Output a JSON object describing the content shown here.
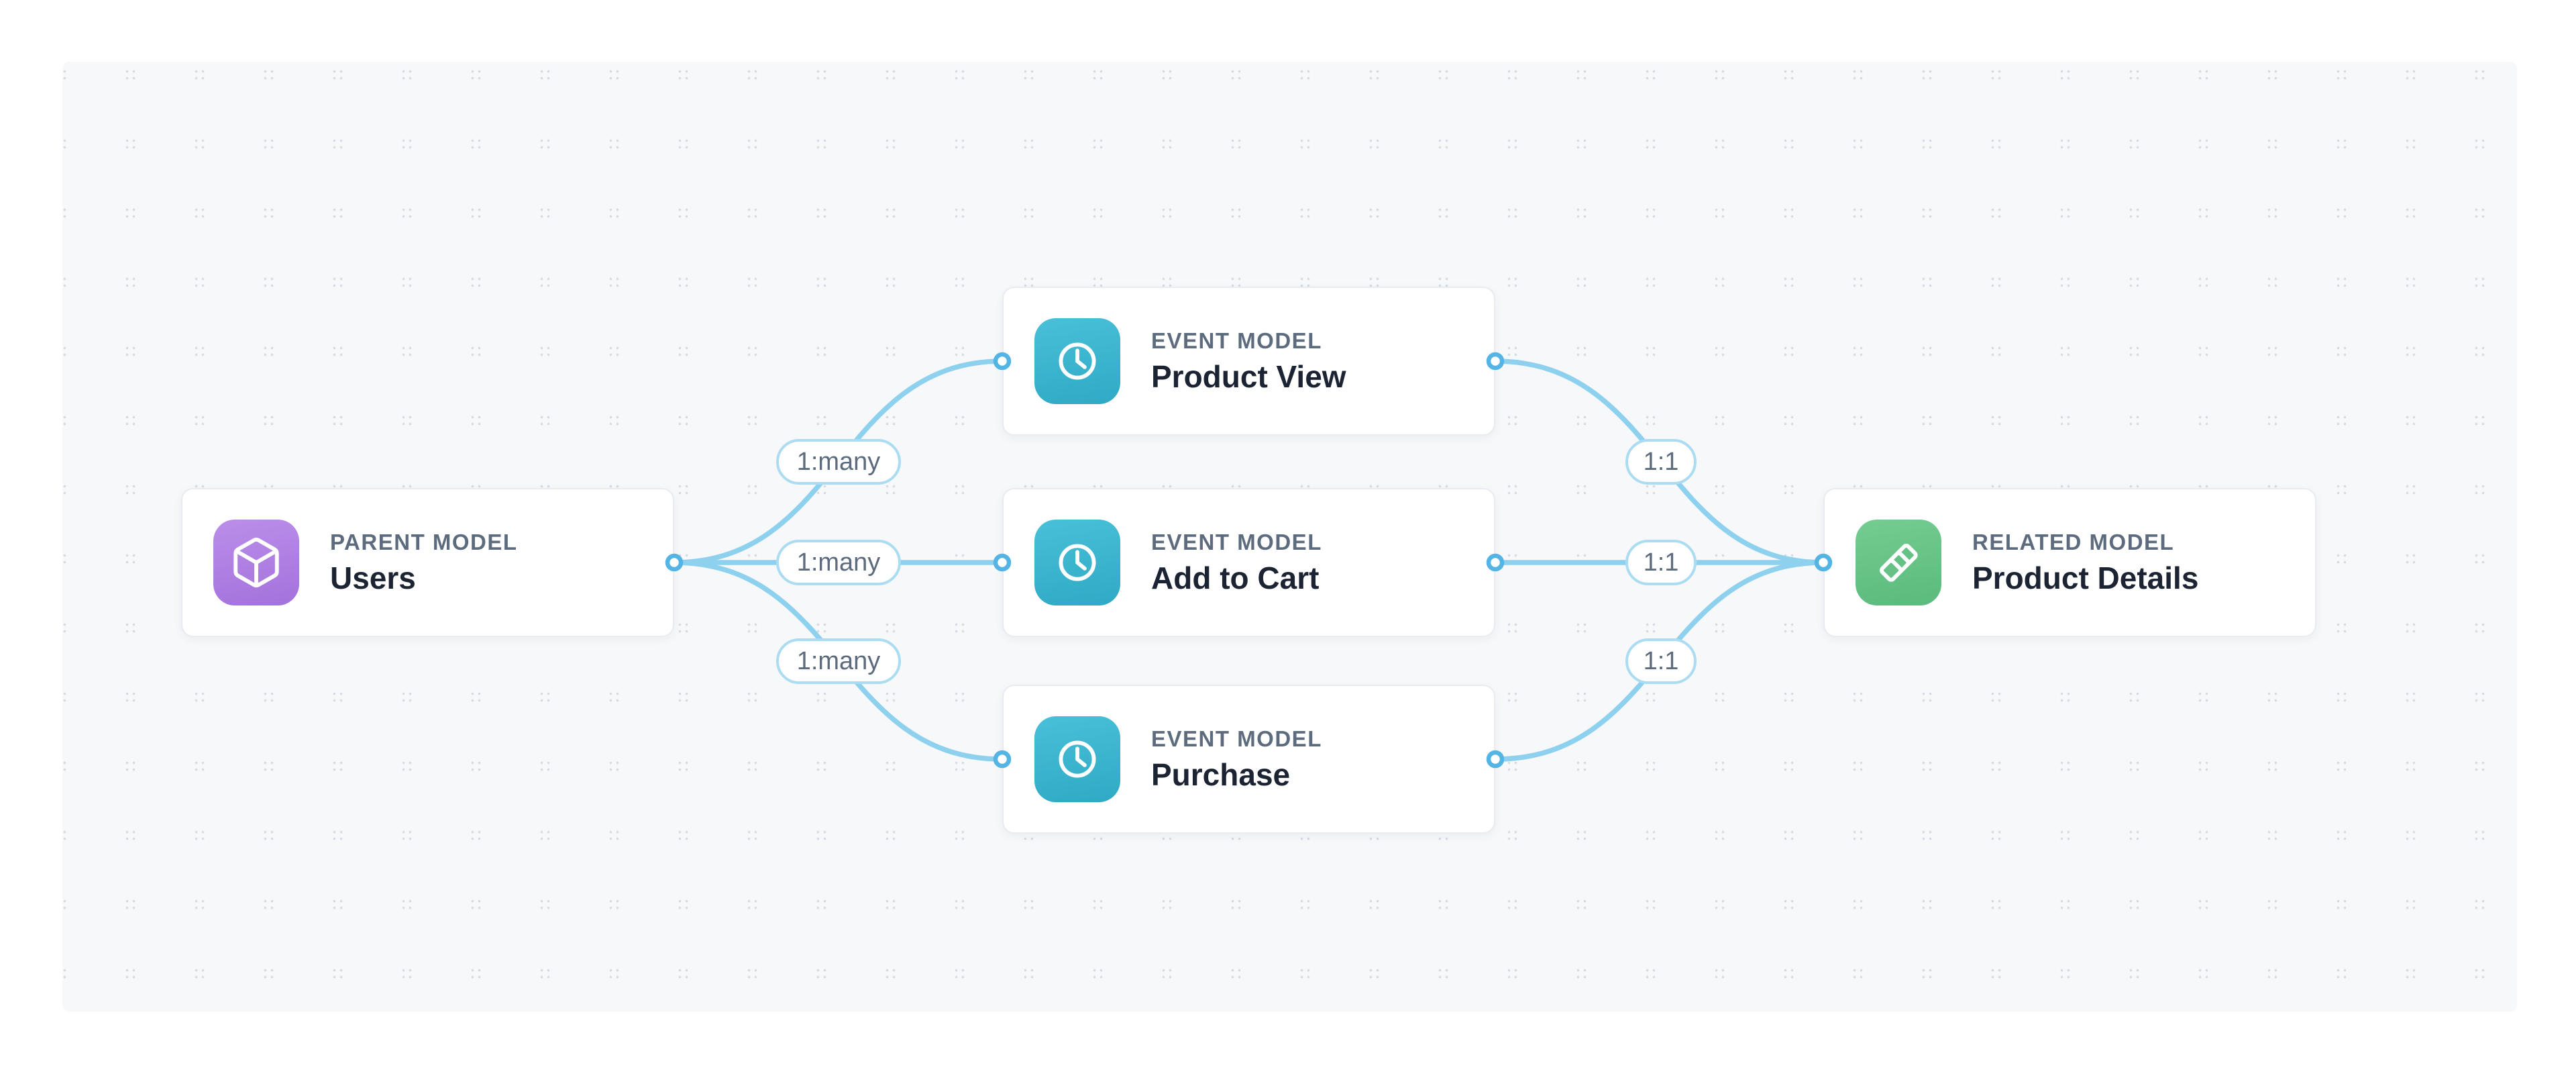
{
  "diagram": {
    "background_color": "#f7f8fa",
    "dot_color": "#d7dbe2",
    "edge_color": "#8ed1ee",
    "port_ring_color": "#54b5e5",
    "pill_border_color": "#abdcf2",
    "nodes": [
      {
        "type_label": "PARENT MODEL",
        "title": "Users",
        "icon": "cube-icon",
        "accent": "#a97ae0"
      },
      {
        "type_label": "EVENT MODEL",
        "title": "Product View",
        "icon": "clock-icon",
        "accent": "#3cb4cf"
      },
      {
        "type_label": "EVENT MODEL",
        "title": "Add to Cart",
        "icon": "clock-icon",
        "accent": "#3cb4cf"
      },
      {
        "type_label": "EVENT MODEL",
        "title": "Purchase",
        "icon": "clock-icon",
        "accent": "#3cb4cf"
      },
      {
        "type_label": "RELATED MODEL",
        "title": "Product Details",
        "icon": "layers-icon",
        "accent": "#66c287"
      }
    ],
    "edges": [
      {
        "from": "Users",
        "to": "Product View",
        "label": "1:many"
      },
      {
        "from": "Users",
        "to": "Add to Cart",
        "label": "1:many"
      },
      {
        "from": "Users",
        "to": "Purchase",
        "label": "1:many"
      },
      {
        "from": "Product View",
        "to": "Product Details",
        "label": "1:1"
      },
      {
        "from": "Add to Cart",
        "to": "Product Details",
        "label": "1:1"
      },
      {
        "from": "Purchase",
        "to": "Product Details",
        "label": "1:1"
      }
    ]
  }
}
